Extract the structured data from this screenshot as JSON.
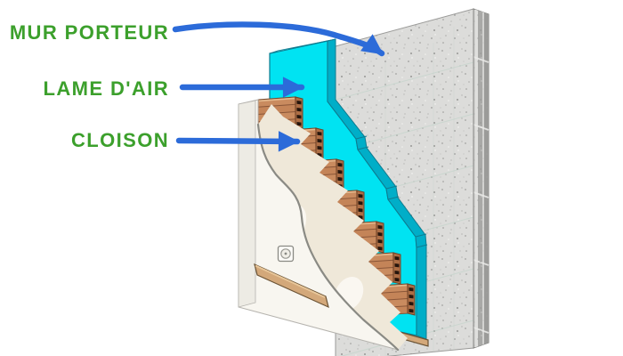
{
  "labels": [
    {
      "text": "MUR PORTEUR",
      "target": "concrete-wall"
    },
    {
      "text": "LAME D'AIR",
      "target": "air-gap"
    },
    {
      "text": "CLOISON",
      "target": "brick-partition"
    }
  ],
  "palette": {
    "label_green": "#3CA02C",
    "arrow_blue": "#2C6BD9",
    "air_gap": "#00E3F2",
    "air_gap_side": "#00AEC8",
    "air_gap_top": "#85F0F7",
    "outline_teal": "#0E7C90",
    "concrete": "#DCDCDA",
    "concrete_side": "#C8C8C6",
    "brick": "#C98B5F",
    "brick_shade": "#C07F52",
    "brick_end": "#AD6E45",
    "brick_hole": "#26150C",
    "brick_line": "#8A5638",
    "plaster": "#F8F6F0",
    "plaster_side": "#EDEBE4",
    "plaster_torn": "#EFE8D9",
    "torn_edge_gray": "#8A8A84",
    "wood_trim": "#D3A87A",
    "background": "#FFFFFF"
  }
}
